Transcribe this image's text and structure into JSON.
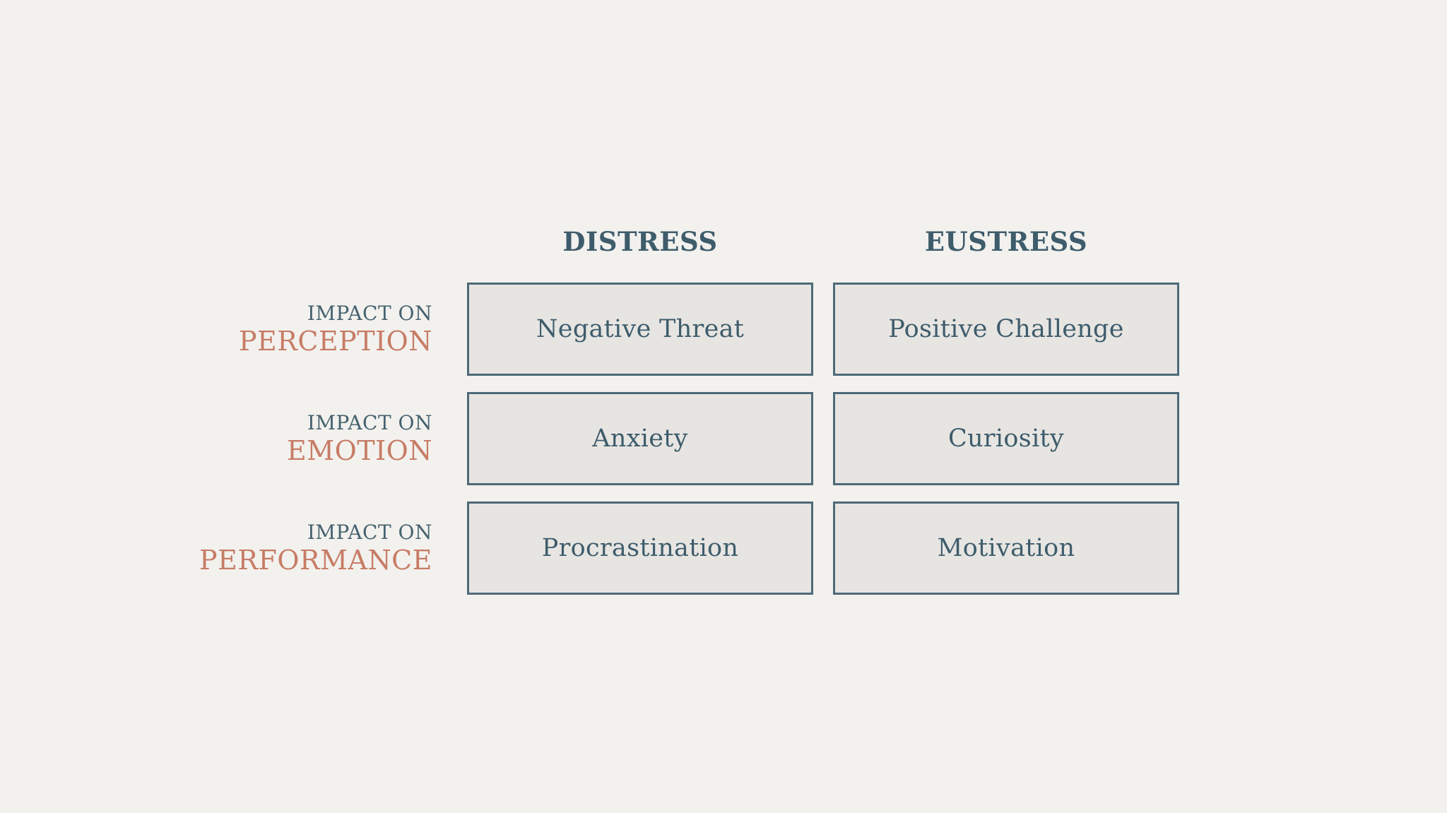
{
  "colors": {
    "background": "#f2f1ee",
    "box_fill": "#e7e5e2",
    "box_border": "#4d6a79",
    "heading_text": "#3e5c6b",
    "label_prefix_text": "#46626f",
    "label_accent_text": "#c77c65",
    "cell_text": "#3e5c6b"
  },
  "matrix": {
    "column_headers": [
      "DISTRESS",
      "EUSTRESS"
    ],
    "rows": [
      {
        "label_prefix": "IMPACT ON",
        "label_accent": "PERCEPTION",
        "cells": [
          "Negative Threat",
          "Positive Challenge"
        ]
      },
      {
        "label_prefix": "IMPACT ON",
        "label_accent": "EMOTION",
        "cells": [
          "Anxiety",
          "Curiosity"
        ]
      },
      {
        "label_prefix": "IMPACT ON",
        "label_accent": "PERFORMANCE",
        "cells": [
          "Procrastination",
          "Motivation"
        ]
      }
    ]
  }
}
